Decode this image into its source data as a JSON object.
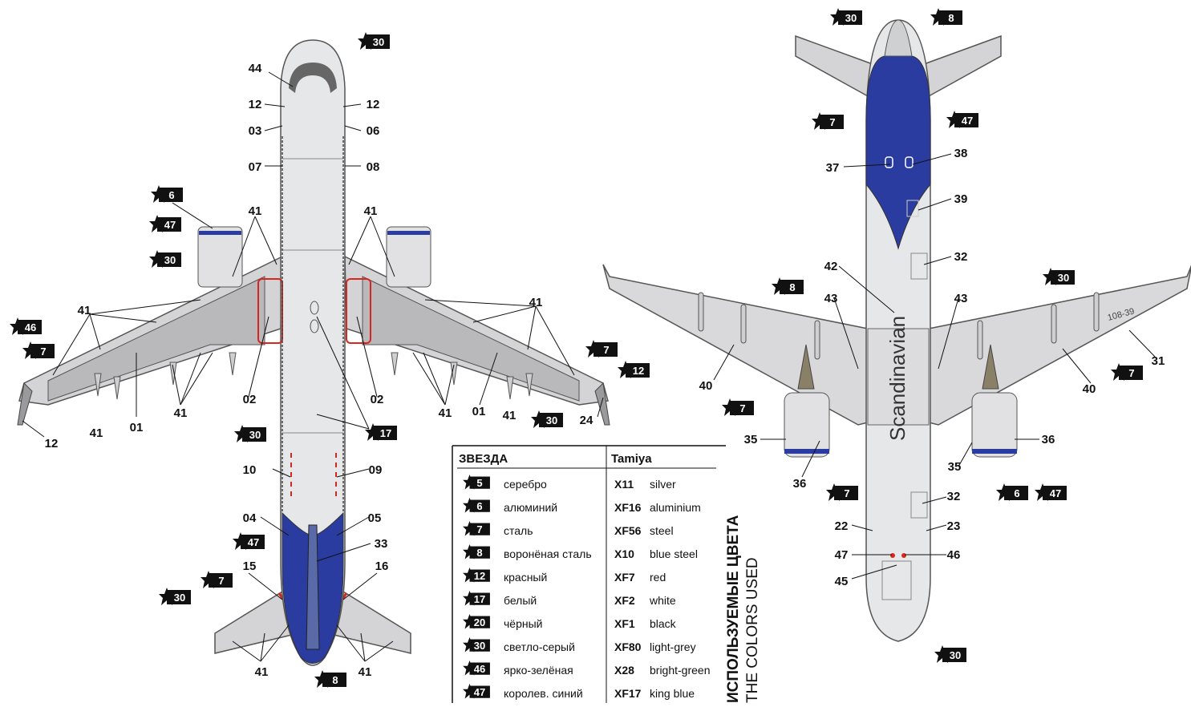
{
  "colors": {
    "fuselage": "#e6e7e8",
    "wing": "#c9c9cb",
    "wing_dark": "#a9a9ab",
    "blue": "#2b3ca0",
    "red": "#d7261e",
    "grey_panel": "#b6b6b8",
    "outline": "#555555"
  },
  "top_view": {
    "callouts": [
      "44",
      "12",
      "12",
      "03",
      "06",
      "07",
      "08",
      "41",
      "41",
      "41",
      "41",
      "41",
      "41",
      "41",
      "41",
      "02",
      "02",
      "01",
      "01",
      "10",
      "09",
      "04",
      "05",
      "33",
      "15",
      "16",
      "41",
      "41",
      "24",
      "12"
    ],
    "stars": [
      "30",
      "6",
      "47",
      "30",
      "46",
      "7",
      "30",
      "17",
      "7",
      "12",
      "30",
      "47",
      "7",
      "30",
      "8"
    ]
  },
  "bottom_view": {
    "registration": "Scandinavian",
    "wing_marking": "108-39",
    "callouts": [
      "37",
      "38",
      "39",
      "32",
      "42",
      "43",
      "43",
      "40",
      "40",
      "31",
      "35",
      "36",
      "36",
      "35",
      "32",
      "22",
      "23",
      "47",
      "46",
      "45"
    ],
    "stars": [
      "30",
      "8",
      "7",
      "47",
      "30",
      "8",
      "7",
      "7",
      "6",
      "47",
      "7",
      "30"
    ]
  },
  "colors_table": {
    "header_ru": "ЗВЕЗДА",
    "header_en": "Tamiya",
    "side_title_ru": "ИСПОЛЬЗУЕМЫЕ ЦВЕТА",
    "side_title_en": "THE COLORS USED",
    "rows": [
      {
        "star": "5",
        "ru": "серебро",
        "code": "X11",
        "en": "silver"
      },
      {
        "star": "6",
        "ru": "алюминий",
        "code": "XF16",
        "en": "aluminium"
      },
      {
        "star": "7",
        "ru": "сталь",
        "code": "XF56",
        "en": "steel"
      },
      {
        "star": "8",
        "ru": "воронёная сталь",
        "code": "X10",
        "en": "blue steel"
      },
      {
        "star": "12",
        "ru": "красный",
        "code": "XF7",
        "en": "red"
      },
      {
        "star": "17",
        "ru": "белый",
        "code": "XF2",
        "en": "white"
      },
      {
        "star": "20",
        "ru": "чёрный",
        "code": "XF1",
        "en": "black"
      },
      {
        "star": "30",
        "ru": "светло-серый",
        "code": "XF80",
        "en": "light-grey"
      },
      {
        "star": "46",
        "ru": "ярко-зелёная",
        "code": "X28",
        "en": "bright-green"
      },
      {
        "star": "47",
        "ru": "королев. синий",
        "code": "XF17",
        "en": "king blue"
      }
    ]
  }
}
